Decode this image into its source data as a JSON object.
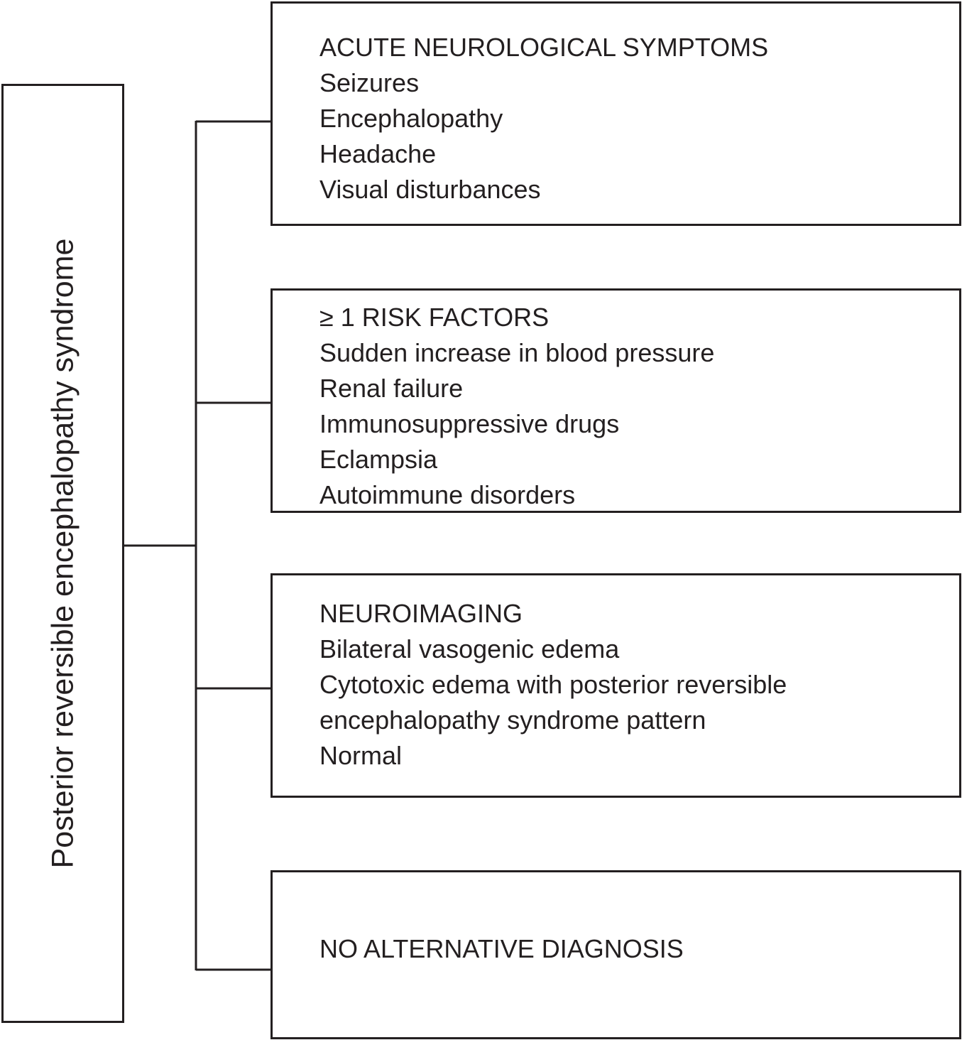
{
  "root": {
    "label": "Posterior reversible encephalopathy syndrome"
  },
  "boxes": [
    {
      "heading": "ACUTE NEUROLOGICAL SYMPTOMS",
      "items": [
        "Seizures",
        "Encephalopathy",
        "Headache",
        "Visual disturbances"
      ]
    },
    {
      "heading": "≥ 1 RISK FACTORS",
      "items": [
        "Sudden increase in blood pressure",
        "Renal failure",
        "Immunosuppressive drugs",
        "Eclampsia",
        "Autoimmune disorders"
      ]
    },
    {
      "heading": "NEUROIMAGING",
      "items": [
        "Bilateral vasogenic edema",
        "Cytotoxic edema with posterior reversible",
        "encephalopathy syndrome pattern",
        "Normal"
      ]
    },
    {
      "heading": "NO ALTERNATIVE DIAGNOSIS",
      "items": []
    }
  ],
  "colors": {
    "line": "#231f20",
    "background": "#ffffff"
  }
}
